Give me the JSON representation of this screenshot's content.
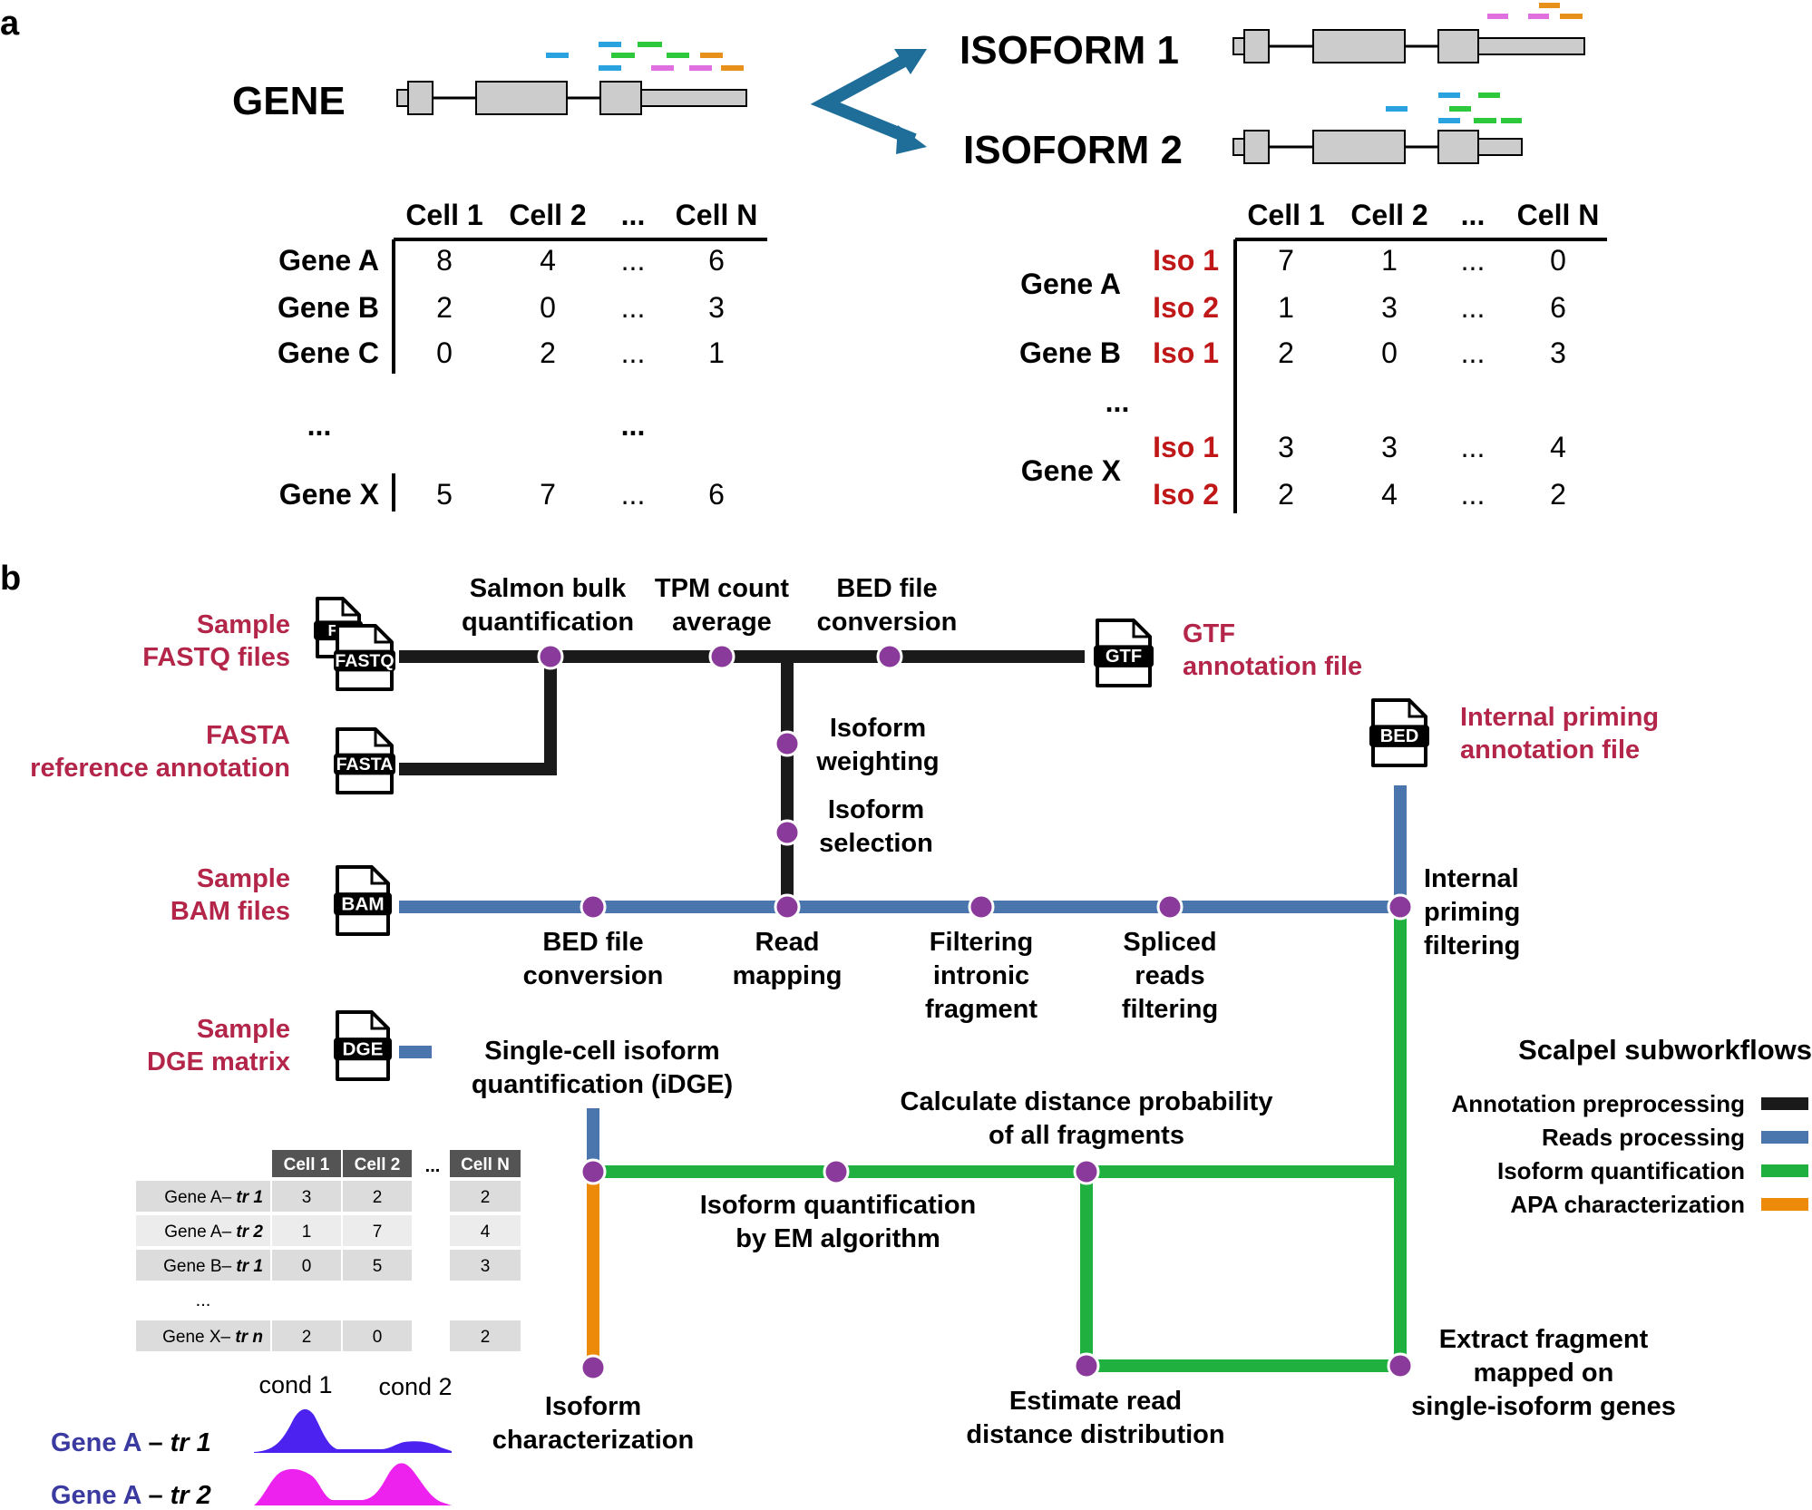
{
  "panels": {
    "a": "a",
    "b": "b"
  },
  "panel_a": {
    "gene_label": "GENE",
    "isoform1_label": "ISOFORM 1",
    "isoform2_label": "ISOFORM 2",
    "gene_table": {
      "columns": [
        "Cell 1",
        "Cell 2",
        "...",
        "Cell N"
      ],
      "rows": [
        {
          "label": "Gene A",
          "values": [
            "8",
            "4",
            "...",
            "6"
          ]
        },
        {
          "label": "Gene B",
          "values": [
            "2",
            "0",
            "...",
            "3"
          ]
        },
        {
          "label": "Gene C",
          "values": [
            "0",
            "2",
            "...",
            "1"
          ]
        }
      ],
      "ellipsis_label": "...",
      "ellipsis_mid": "...",
      "last_row": {
        "label": "Gene X",
        "values": [
          "5",
          "7",
          "...",
          "6"
        ]
      }
    },
    "isoform_table": {
      "columns": [
        "Cell 1",
        "Cell 2",
        "...",
        "Cell N"
      ],
      "genes": [
        "Gene A",
        "Gene B",
        "Gene X"
      ],
      "gene_ellipsis": "...",
      "rows": [
        {
          "iso": "Iso 1",
          "values": [
            "7",
            "1",
            "...",
            "0"
          ]
        },
        {
          "iso": "Iso 2",
          "values": [
            "1",
            "3",
            "...",
            "6"
          ]
        },
        {
          "iso": "Iso 1",
          "values": [
            "2",
            "0",
            "...",
            "3"
          ]
        },
        {
          "iso": "Iso 1",
          "values": [
            "3",
            "3",
            "...",
            "4"
          ]
        },
        {
          "iso": "Iso 2",
          "values": [
            "2",
            "4",
            "...",
            "2"
          ]
        }
      ]
    }
  },
  "panel_b": {
    "inputs": {
      "fastq": {
        "label": [
          "Sample",
          "FASTQ files"
        ],
        "icon_text": "FASTQ",
        "icon_back_text": "FA"
      },
      "fasta": {
        "label": [
          "FASTA",
          "reference annotation"
        ],
        "icon_text": "FASTA"
      },
      "bam": {
        "label": [
          "Sample",
          "BAM files"
        ],
        "icon_text": "BAM"
      },
      "dge": {
        "label": [
          "Sample",
          "DGE matrix"
        ],
        "icon_text": "DGE"
      },
      "gtf": {
        "label": [
          "GTF",
          "annotation file"
        ],
        "icon_text": "GTF"
      },
      "bed": {
        "label": [
          "Internal priming",
          "annotation file"
        ],
        "icon_text": "BED"
      }
    },
    "steps": {
      "salmon": [
        "Salmon bulk",
        "quantification"
      ],
      "tpm": [
        "TPM count",
        "average"
      ],
      "bed_top": [
        "BED file",
        "conversion"
      ],
      "iso_weight": [
        "Isoform",
        "weighting"
      ],
      "iso_select": [
        "Isoform",
        "selection"
      ],
      "bed_bottom": [
        "BED file",
        "conversion"
      ],
      "read_map": [
        "Read",
        "mapping"
      ],
      "filter_intronic": [
        "Filtering",
        "intronic",
        "fragment"
      ],
      "spliced": [
        "Spliced",
        "reads",
        "filtering"
      ],
      "internal_priming": [
        "Internal",
        "priming",
        "filtering"
      ],
      "sc_quant": [
        "Single-cell isoform",
        "quantification (iDGE)"
      ],
      "calc_dist": [
        "Calculate distance probability",
        "of all fragments"
      ],
      "em": [
        "Isoform quantification",
        "by EM algorithm"
      ],
      "iso_char": [
        "Isoform",
        "characterization"
      ],
      "estimate": [
        "Estimate read",
        "distance distribution"
      ],
      "extract": [
        "Extract fragment",
        "mapped on",
        "single-isoform genes"
      ]
    },
    "legend": {
      "title": "Scalpel subworkflows",
      "items": [
        {
          "label": "Annotation preprocessing",
          "color": "#1a1a1a"
        },
        {
          "label": "Reads processing",
          "color": "#4a76ad"
        },
        {
          "label": "Isoform quantification",
          "color": "#1fb040"
        },
        {
          "label": "APA characterization",
          "color": "#ee8a0a"
        }
      ]
    },
    "idge_table": {
      "columns": [
        "Cell 1",
        "Cell 2",
        "...",
        "Cell N"
      ],
      "rows": [
        {
          "gene": "Gene A–",
          "tr": "tr 1",
          "values": [
            "3",
            "2",
            "2"
          ]
        },
        {
          "gene": "Gene A–",
          "tr": "tr 2",
          "values": [
            "1",
            "7",
            "4"
          ]
        },
        {
          "gene": "Gene B–",
          "tr": "tr 1",
          "values": [
            "0",
            "5",
            "3"
          ]
        }
      ],
      "ellipsis": "...",
      "last_row": {
        "gene": "Gene X–",
        "tr": "tr n",
        "values": [
          "2",
          "0",
          "2"
        ]
      }
    },
    "coverage": {
      "conditions": [
        "cond 1",
        "cond 2"
      ],
      "tracks": [
        {
          "gene": "Gene A",
          "sep": " – ",
          "tr": "tr 1",
          "color": "#4c22f0",
          "label_color": "#3b3aa0"
        },
        {
          "gene": "Gene A",
          "sep": " – ",
          "tr": "tr 2",
          "color": "#ee22ee",
          "label_color": "#3b3aa0"
        }
      ]
    },
    "colors": {
      "node": "#8a3a9a",
      "input_label": "#b3264a",
      "iso_red": "#c01818",
      "arrow": "#1f6e9a"
    }
  }
}
